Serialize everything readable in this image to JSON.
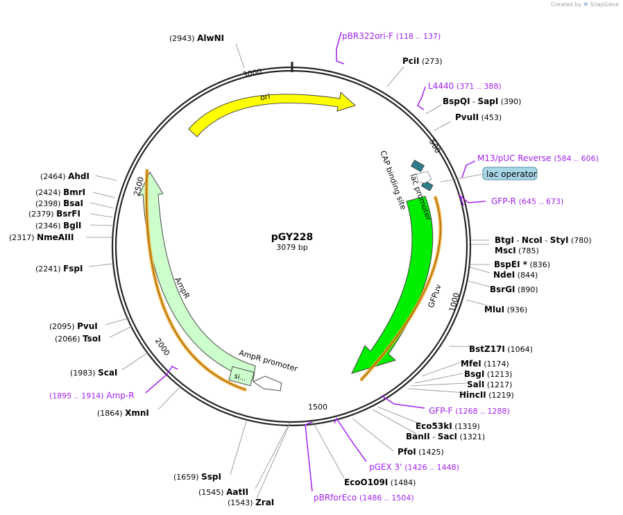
{
  "watermark": {
    "prefix": "Created by",
    "brand": "SnapGene"
  },
  "plasmid": {
    "name": "pGY228",
    "length_label": "3079 bp",
    "length": 3079
  },
  "ticks": [
    "500",
    "1000",
    "1500",
    "2000",
    "2500",
    "3000"
  ],
  "features": [
    {
      "name": "ori",
      "color": "#ffff00"
    },
    {
      "name": "GFPuv",
      "color": "#00ee00"
    },
    {
      "name": "AmpR",
      "color": "#ccffcc"
    },
    {
      "name": "AmpR promoter",
      "color": "#ffffff"
    },
    {
      "name": "si...",
      "color": "#ccffcc"
    },
    {
      "name": "CAP binding site",
      "color": "#2e7d8c"
    },
    {
      "name": "lac promoter",
      "color": "#ffffff"
    }
  ],
  "lac_operator": "lac operator",
  "enzymes": [
    {
      "name": "AlwNI",
      "pos": "(2943)"
    },
    {
      "name": "PciI",
      "pos": "(273)"
    },
    {
      "name": "BspQI",
      "sep": "-",
      "name2": "SapI",
      "pos": "(390)"
    },
    {
      "name": "PvuII",
      "pos": "(453)"
    },
    {
      "name": "BtgI",
      "sep": "-",
      "name2": "NcoI",
      "sep2": "-",
      "name3": "StyI",
      "pos": "(780)"
    },
    {
      "name": "MscI",
      "pos": "(785)"
    },
    {
      "name": "BspEI *",
      "pos": "(836)"
    },
    {
      "name": "NdeI",
      "pos": "(844)"
    },
    {
      "name": "BsrGI",
      "pos": "(890)"
    },
    {
      "name": "MluI",
      "pos": "(936)"
    },
    {
      "name": "BstZ17I",
      "pos": "(1064)"
    },
    {
      "name": "MfeI",
      "pos": "(1174)"
    },
    {
      "name": "BsgI",
      "pos": "(1213)"
    },
    {
      "name": "SalI",
      "pos": "(1217)"
    },
    {
      "name": "HincII",
      "pos": "(1219)"
    },
    {
      "name": "Eco53kI",
      "pos": "(1319)"
    },
    {
      "name": "BanII",
      "sep": "-",
      "name2": "SacI",
      "pos": "(1321)"
    },
    {
      "name": "PfoI",
      "pos": "(1425)"
    },
    {
      "name": "EcoO109I",
      "pos": "(1484)"
    },
    {
      "name": "SspI",
      "pos": "(1659)"
    },
    {
      "name": "AatII",
      "pos": "(1545)"
    },
    {
      "name": "ZraI",
      "pos": "(1543)"
    },
    {
      "name": "XmnI",
      "pos": "(1864)"
    },
    {
      "name": "ScaI",
      "pos": "(1983)"
    },
    {
      "name": "TsoI",
      "pos": "(2066)"
    },
    {
      "name": "PvuI",
      "pos": "(2095)"
    },
    {
      "name": "FspI",
      "pos": "(2241)"
    },
    {
      "name": "NmeAIII",
      "pos": "(2317)"
    },
    {
      "name": "BglI",
      "pos": "(2346)"
    },
    {
      "name": "BsrFI",
      "pos": "(2379)"
    },
    {
      "name": "BsaI",
      "pos": "(2398)"
    },
    {
      "name": "BmrI",
      "pos": "(2424)"
    },
    {
      "name": "AhdI",
      "pos": "(2464)"
    }
  ],
  "primers": [
    {
      "name": "pBR322ori-F",
      "range": "(118 .. 137)"
    },
    {
      "name": "L4440",
      "range": "(371 .. 388)"
    },
    {
      "name": "M13/pUC Reverse",
      "range": "(584 .. 606)"
    },
    {
      "name": "GFP-R",
      "range": "(645 .. 673)"
    },
    {
      "name": "GFP-F",
      "range": "(1268 .. 1288)"
    },
    {
      "name": "pGEX 3'",
      "range": "(1426 .. 1448)"
    },
    {
      "name": "pBRforEco",
      "range": "(1486 .. 1504)"
    },
    {
      "name": "Amp-R",
      "range": "(1895 .. 1914)"
    }
  ],
  "colors": {
    "primer": "#a020f0",
    "backbone": "#222222",
    "orf": "#f5a623"
  }
}
